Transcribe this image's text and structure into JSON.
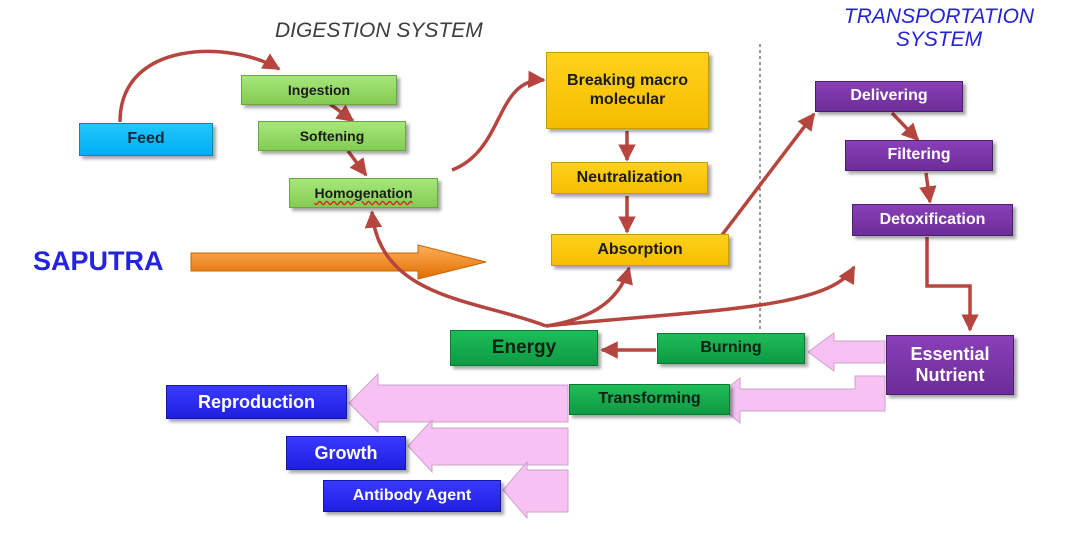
{
  "titles": {
    "digestion": "DIGESTION SYSTEM",
    "transport_line1": "TRANSPORTATION",
    "transport_line2": "SYSTEM"
  },
  "labels": {
    "saputra": "SAPUTRA",
    "feed": "Feed",
    "ingestion": "Ingestion",
    "softening": "Softening",
    "homogenation": "Homogenation",
    "breaking": "Breaking macro molecular",
    "neutralization": "Neutralization",
    "absorption": "Absorption",
    "delivering": "Delivering",
    "filtering": "Filtering",
    "detoxification": "Detoxification",
    "essential_nutrient": "Essential Nutrient",
    "burning": "Burning",
    "energy": "Energy",
    "transforming": "Transforming",
    "reproduction": "Reproduction",
    "growth": "Growth",
    "antibody": "Antibody Agent"
  },
  "colors": {
    "arrow_red": "#b5453e",
    "pink_arrow": "#f7c1f3",
    "orange_arrow": "#f0820f",
    "title_gray": "#3d3d3d",
    "title_blue": "#2424d6",
    "saputra_blue": "#2323e0"
  }
}
